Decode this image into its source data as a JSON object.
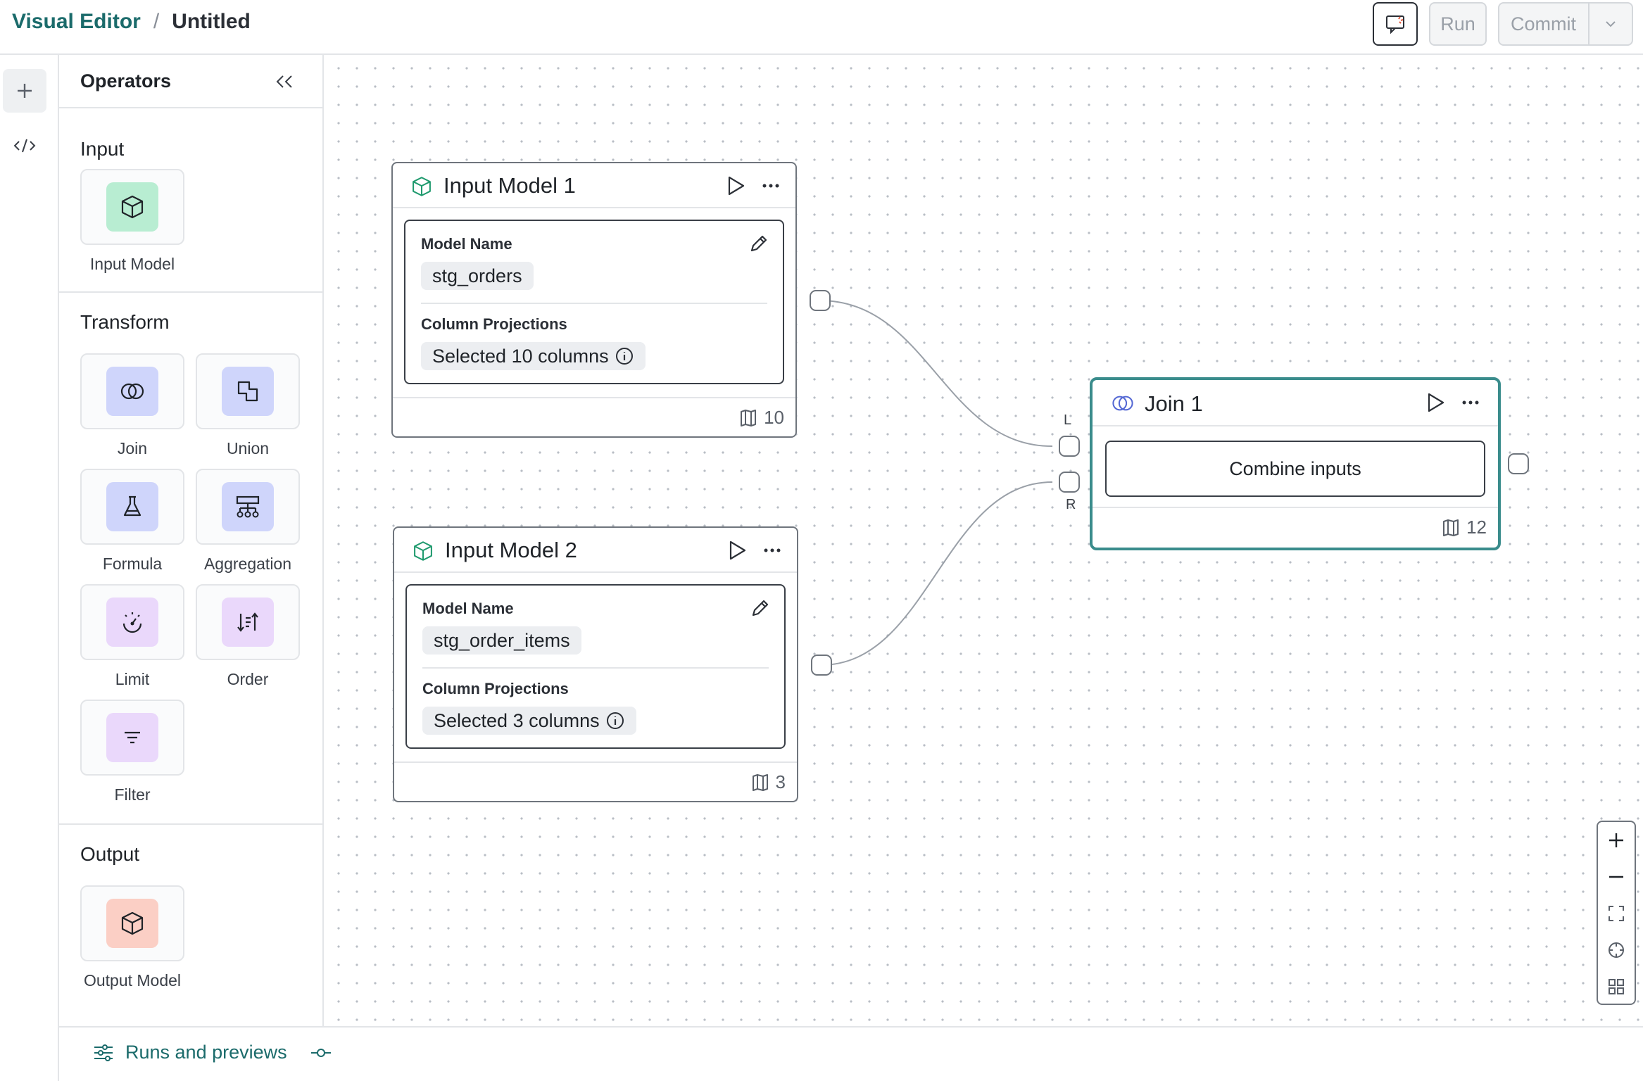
{
  "header": {
    "breadcrumb_root": "Visual Editor",
    "breadcrumb_sep": "/",
    "breadcrumb_current": "Untitled",
    "run_label": "Run",
    "commit_label": "Commit"
  },
  "sidebar": {
    "title": "Operators",
    "sections": {
      "input": {
        "title": "Input",
        "items": [
          {
            "label": "Input Model",
            "icon": "cube-icon",
            "color": "#b8edd2"
          }
        ]
      },
      "transform": {
        "title": "Transform",
        "items": [
          {
            "label": "Join",
            "icon": "join-icon",
            "color": "#cfd5fb"
          },
          {
            "label": "Union",
            "icon": "union-icon",
            "color": "#cfd5fb"
          },
          {
            "label": "Formula",
            "icon": "flask-icon",
            "color": "#cfd5fb"
          },
          {
            "label": "Aggregation",
            "icon": "aggregation-icon",
            "color": "#cfd5fb"
          },
          {
            "label": "Limit",
            "icon": "limit-icon",
            "color": "#ead8fb"
          },
          {
            "label": "Order",
            "icon": "sort-icon",
            "color": "#ead8fb"
          },
          {
            "label": "Filter",
            "icon": "filter-icon",
            "color": "#ead8fb"
          }
        ]
      },
      "output": {
        "title": "Output",
        "items": [
          {
            "label": "Output Model",
            "icon": "cube-icon",
            "color": "#fbcfc5"
          }
        ]
      }
    }
  },
  "canvas": {
    "nodes": {
      "input1": {
        "title": "Input Model 1",
        "model_name_label": "Model Name",
        "model_name": "stg_orders",
        "projections_label": "Column Projections",
        "projections": "Selected 10 columns",
        "column_count": "10"
      },
      "input2": {
        "title": "Input Model 2",
        "model_name_label": "Model Name",
        "model_name": "stg_order_items",
        "projections_label": "Column Projections",
        "projections": "Selected 3 columns",
        "column_count": "3"
      },
      "join1": {
        "title": "Join 1",
        "action_label": "Combine inputs",
        "column_count": "12",
        "left_port_label": "L",
        "right_port_label": "R"
      }
    }
  },
  "bottom_bar": {
    "runs_label": "Runs and previews"
  },
  "colors": {
    "accent_teal": "#1b6b6b",
    "join_border": "#3a8c8c"
  }
}
